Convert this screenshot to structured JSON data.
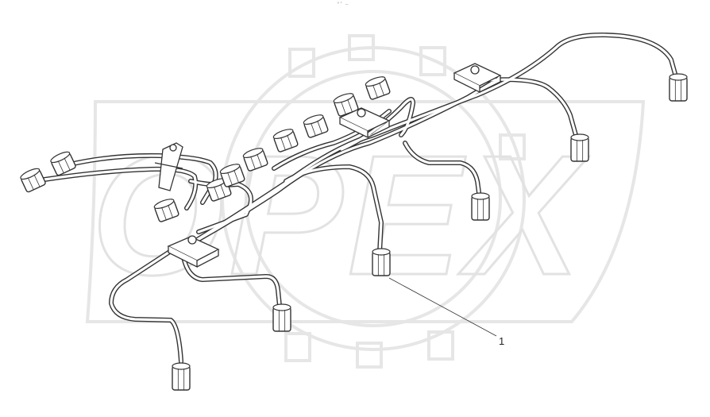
{
  "figure": {
    "top_mark": "°‘ —",
    "watermark_text": "OPEX",
    "callouts": [
      {
        "label": "1"
      }
    ]
  },
  "colors": {
    "line": "#333333",
    "fill": "#ffffff",
    "watermark": "#ebebeb"
  },
  "icons": [
    "gear-watermark",
    "hex-nut-fitting",
    "pipe-clamp-bracket"
  ]
}
